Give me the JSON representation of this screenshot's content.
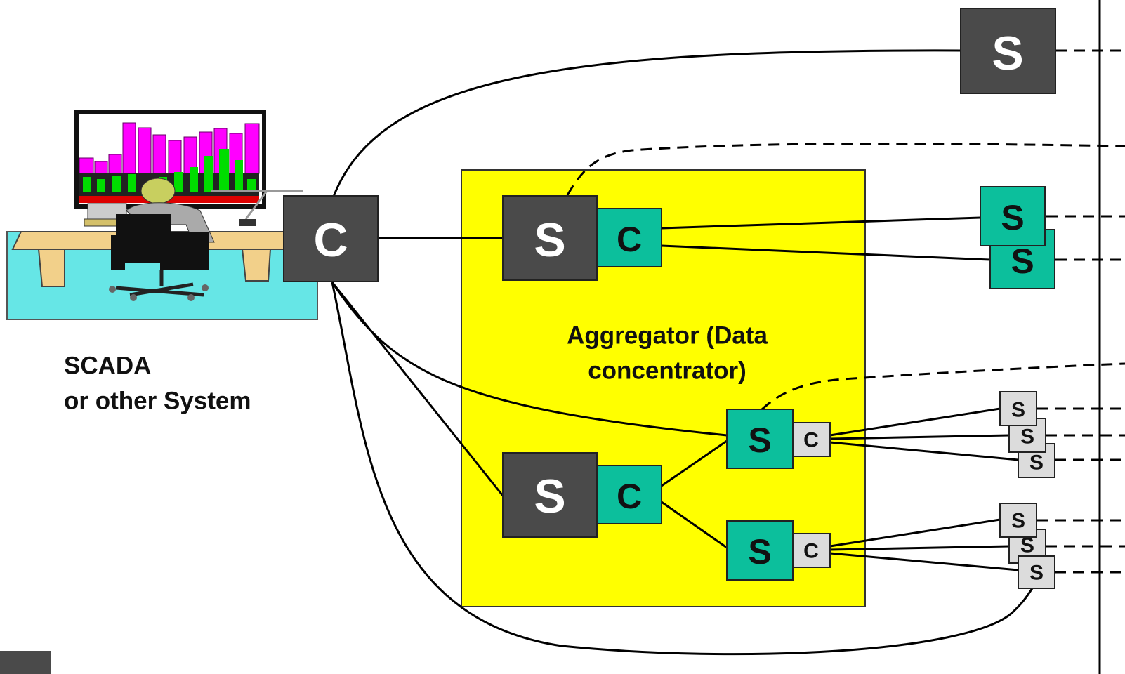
{
  "diagram": {
    "node_letters": {
      "server": "S",
      "client": "C"
    },
    "aggregator_label_line1": "Aggregator (Data",
    "aggregator_label_line2": "concentrator)",
    "scada_label_line1": "SCADA",
    "scada_label_line2": "or other System",
    "colors": {
      "dark_box": "#4a4a4a",
      "green_box": "#0cbf9c",
      "gray_box": "#dcdcdc",
      "aggregator_fill": "#ffff00",
      "monitor_bars": "#ff00ff",
      "monitor_green": "#00dd00",
      "desk_floor": "#66e6e6"
    },
    "icons": [
      "operator-workstation-icon"
    ]
  }
}
